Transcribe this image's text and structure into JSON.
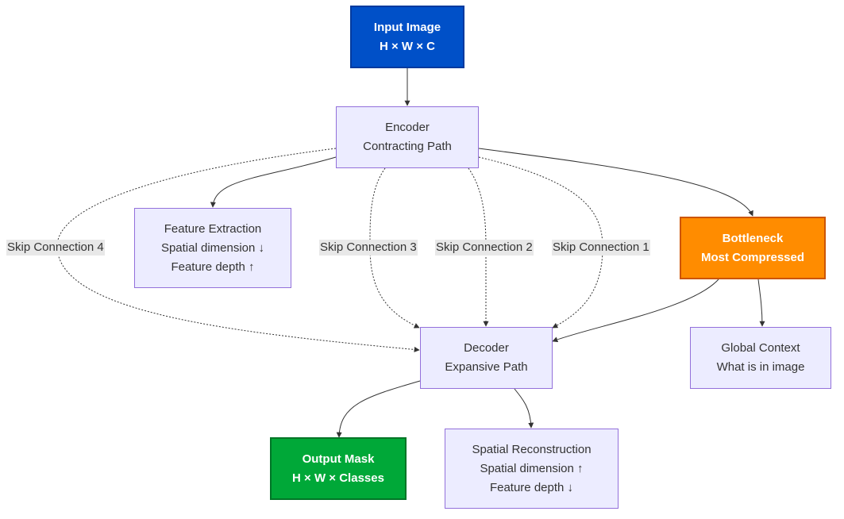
{
  "nodes": {
    "input": {
      "line1": "Input Image",
      "line2": "H × W × C"
    },
    "encoder": {
      "line1": "Encoder",
      "line2": "Contracting Path"
    },
    "feature": {
      "line1": "Feature Extraction",
      "line2": "Spatial dimension ↓",
      "line3": "Feature depth ↑"
    },
    "bottleneck": {
      "line1": "Bottleneck",
      "line2": "Most Compressed"
    },
    "decoder": {
      "line1": "Decoder",
      "line2": "Expansive Path"
    },
    "global": {
      "line1": "Global Context",
      "line2": "What is in image"
    },
    "output": {
      "line1": "Output Mask",
      "line2": "H × W × Classes"
    },
    "spatial": {
      "line1": "Spatial Reconstruction",
      "line2": "Spatial dimension ↑",
      "line3": "Feature depth ↓"
    }
  },
  "edge_labels": {
    "skip4": "Skip Connection 4",
    "skip3": "Skip Connection 3",
    "skip2": "Skip Connection 2",
    "skip1": "Skip Connection 1"
  },
  "colors": {
    "node_fill": "#ECECFF",
    "node_border": "#9370DB",
    "input_fill": "#0050C8",
    "bottleneck_fill": "#FF8C00",
    "output_fill": "#00A838",
    "edge": "#333333"
  }
}
